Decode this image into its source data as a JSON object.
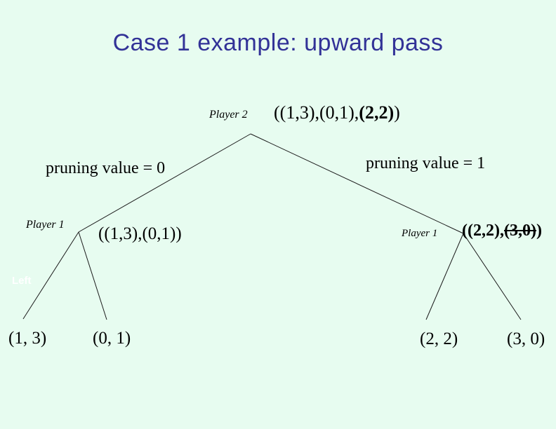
{
  "slide": {
    "title": "Case 1 example: upward pass"
  },
  "colors": {
    "background": "#e7fcf0",
    "title_text": "#323297",
    "body_text": "#000000",
    "faint_text": "#ffffff"
  },
  "root": {
    "player": "Player 2",
    "value_prefix": "((1,3),(0,1),",
    "value_bold": "(2,2)",
    "value_suffix": ")"
  },
  "left_subtree": {
    "pruning": "pruning value = 0",
    "player": "Player 1",
    "value": "((1,3),(0,1))",
    "faint_label": "Left",
    "leaves": [
      "(1, 3)",
      "(0, 1)"
    ]
  },
  "right_subtree": {
    "pruning": "pruning value = 1",
    "player": "Player 1",
    "value_prefix": "((2,2),",
    "value_struck": "(3,0)",
    "value_suffix": ")",
    "leaves": [
      "(2, 2)",
      "(3, 0)"
    ]
  }
}
